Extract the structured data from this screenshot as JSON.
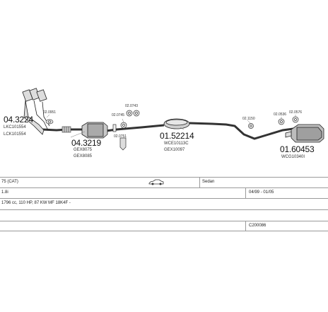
{
  "parts": {
    "manifold": {
      "number": "04.3224",
      "codes": [
        "LKC101554",
        "LCK101554"
      ]
    },
    "gasket_1": "02.0951",
    "catalyst": {
      "number": "04.3219",
      "codes": [
        "GEX8075",
        "GEX8085"
      ]
    },
    "clamp_1": "02.0743",
    "clamp_2": "02.0745",
    "bracket_1": "02.0751",
    "middle_silencer": {
      "number": "01.52214",
      "codes": [
        "WCE10113C",
        "GEX10097"
      ]
    },
    "clamp_3": "02.1150",
    "clamp_4": "02.0536",
    "clamp_5": "02.0576",
    "rear_silencer": {
      "number": "01.60453",
      "codes": [
        "WCG10340I"
      ]
    }
  },
  "vehicle": {
    "model": "75 (CAT)",
    "body": "Sedan",
    "engine": "1.8i",
    "years": "04/99 - 01/05",
    "spec": "1796 cc, 110 HP, 87 KW MF 18K4F -",
    "ref": "C200086"
  }
}
